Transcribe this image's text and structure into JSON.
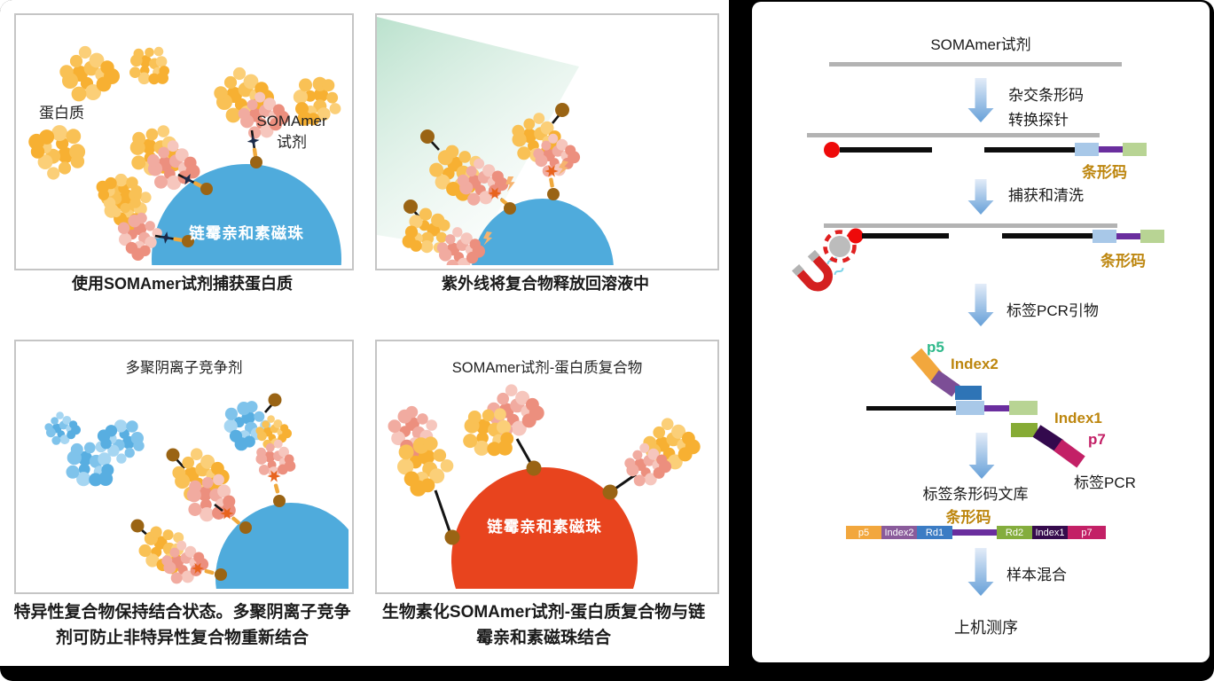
{
  "figure": {
    "left": {
      "panel1": {
        "caption": "使用SOMAmer试剂捕获蛋白质",
        "protein_label": "蛋白质",
        "somamer_label_line1": "SOMAmer",
        "somamer_label_line2": "试剂",
        "bead_label": "链霉亲和素磁珠"
      },
      "panel2": {
        "caption": "紫外线将复合物释放回溶液中"
      },
      "panel3": {
        "title": "多聚阴离子竞争剂",
        "caption_line1": "特异性复合物保持结合状态。多聚阴离子竞争",
        "caption_line2": "剂可防止非特异性复合物重新结合"
      },
      "panel4": {
        "title": "SOMAmer试剂-蛋白质复合物",
        "bead_label": "链霉亲和素磁珠",
        "caption_line1": "生物素化SOMAmer试剂-蛋白质复合物与链",
        "caption_line2": "霉亲和素磁珠结合"
      }
    },
    "right": {
      "title": "SOMAmer试剂",
      "step1_line1": "杂交条形码",
      "step1_line2": "转换探针",
      "barcode1": "条形码",
      "step2": "捕获和清洗",
      "barcode2": "条形码",
      "step3": "标签PCR引物",
      "p5": "p5",
      "index2": "Index2",
      "index1": "Index1",
      "p7": "p7",
      "tag_pcr": "标签PCR",
      "library_title": "标签条形码文库",
      "barcode3": "条形码",
      "library_segments": [
        {
          "label": "p5",
          "color": "#f2a73d"
        },
        {
          "label": "Index2",
          "color": "#8a5b9b"
        },
        {
          "label": "Rd1",
          "color": "#3b7cc4"
        },
        {
          "label": "Rd2",
          "color": "#84ad3d"
        },
        {
          "label": "Index1",
          "color": "#360b4d"
        },
        {
          "label": "p7",
          "color": "#c32066"
        }
      ],
      "step4": "样本混合",
      "final_label": "上机测序"
    },
    "colors": {
      "bead_blue": "#4fabdc",
      "bead_red": "#e8441e",
      "barcode_gold": "#bd860e",
      "p5_teal": "#2fb98b",
      "p7_magenta": "#c32066",
      "arrow_blue": "#66a0d8"
    }
  }
}
